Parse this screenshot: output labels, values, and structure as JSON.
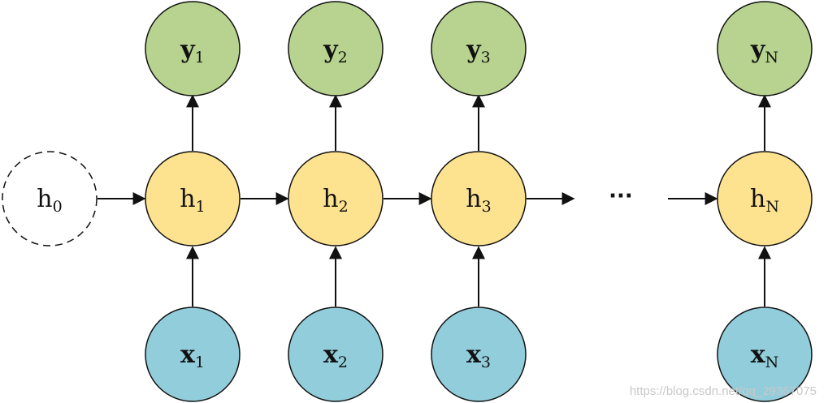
{
  "colors": {
    "output": "#b7d38f",
    "hidden": "#fde290",
    "input": "#92cddc",
    "stroke": "#111111",
    "initial": "#ffffff"
  },
  "nodes": {
    "outputs": [
      {
        "base": "y",
        "sub": "1"
      },
      {
        "base": "y",
        "sub": "2"
      },
      {
        "base": "y",
        "sub": "3"
      },
      {
        "base": "y",
        "sub": "N"
      }
    ],
    "hidden": [
      {
        "base": "h",
        "sub": "1"
      },
      {
        "base": "h",
        "sub": "2"
      },
      {
        "base": "h",
        "sub": "3"
      },
      {
        "base": "h",
        "sub": "N"
      }
    ],
    "inputs": [
      {
        "base": "x",
        "sub": "1"
      },
      {
        "base": "x",
        "sub": "2"
      },
      {
        "base": "x",
        "sub": "3"
      },
      {
        "base": "x",
        "sub": "N"
      }
    ],
    "initial": {
      "base": "h",
      "sub": "0"
    }
  },
  "ellipsis": "···",
  "watermark": "https://blog.csdn.net/qq_29367075"
}
